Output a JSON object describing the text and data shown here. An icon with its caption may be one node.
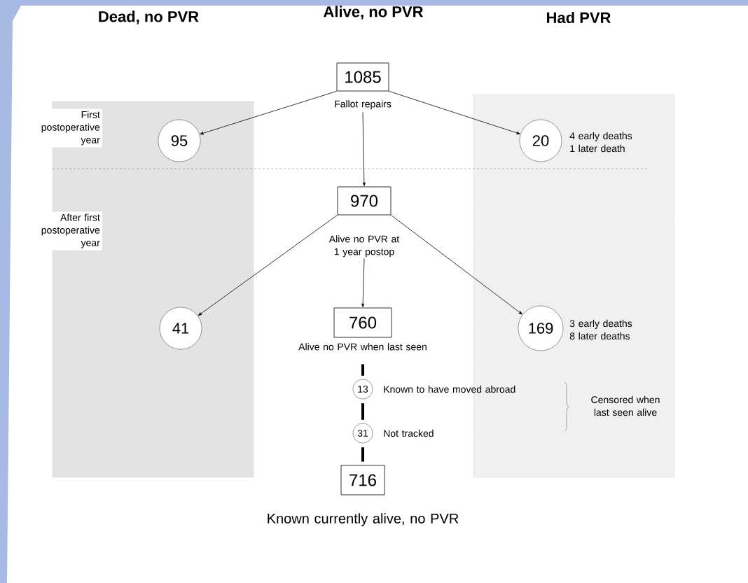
{
  "diagram": {
    "nodes": [
      {
        "text": [
          "1085"
        ],
        "beside": [
          "Fallot repairs"
        ]
      },
      {
        "text": [
          "95"
        ]
      },
      {
        "text": [
          "20"
        ],
        "beside": [
          "4 early deaths 1 later death"
        ]
      },
      {
        "text": [
          "970"
        ],
        "beside": [
          "Alive no PVR at 1 year postop"
        ]
      },
      {
        "text": [
          "41"
        ]
      },
      {
        "text": [
          "760"
        ],
        "beside": [
          "Alive no PVR when last seen"
        ]
      },
      {
        "text": [
          "169"
        ],
        "beside": [
          "3 early deaths 8 later deaths"
        ]
      },
      {
        "text": [
          "13"
        ],
        "beside": [
          "Known to have moved abroad"
        ]
      },
      {
        "text": [
          "31"
        ],
        "beside": [
          "Not tracked"
        ]
      },
      {
        "text": [
          "716"
        ],
        "beside": [
          "Known currently alive, no PVR"
        ]
      }
    ],
    "edges": [
      {
        "from": 0,
        "to": 1,
        "arrow": "to"
      },
      {
        "from": 0,
        "to": 2,
        "arrow": "to"
      },
      {
        "from": 0,
        "to": 3,
        "arrow": "to"
      },
      {
        "from": 3,
        "to": 4,
        "arrow": "to"
      },
      {
        "from": 3,
        "to": 5,
        "arrow": "to"
      },
      {
        "from": 3,
        "to": 6,
        "arrow": "to"
      },
      {
        "from": 5,
        "to": 7,
        "arrow": "none",
        "style": "thick"
      },
      {
        "from": 7,
        "to": 8,
        "arrow": "none",
        "style": "thick"
      },
      {
        "from": 8,
        "to": 9,
        "arrow": "none",
        "style": "thick"
      }
    ],
    "labels": [
      "Dead, no PVR",
      "Alive, no PVR",
      "Had PVR",
      "First postoperative year",
      "After first postoperative year",
      "Censored when last seen alive"
    ]
  }
}
